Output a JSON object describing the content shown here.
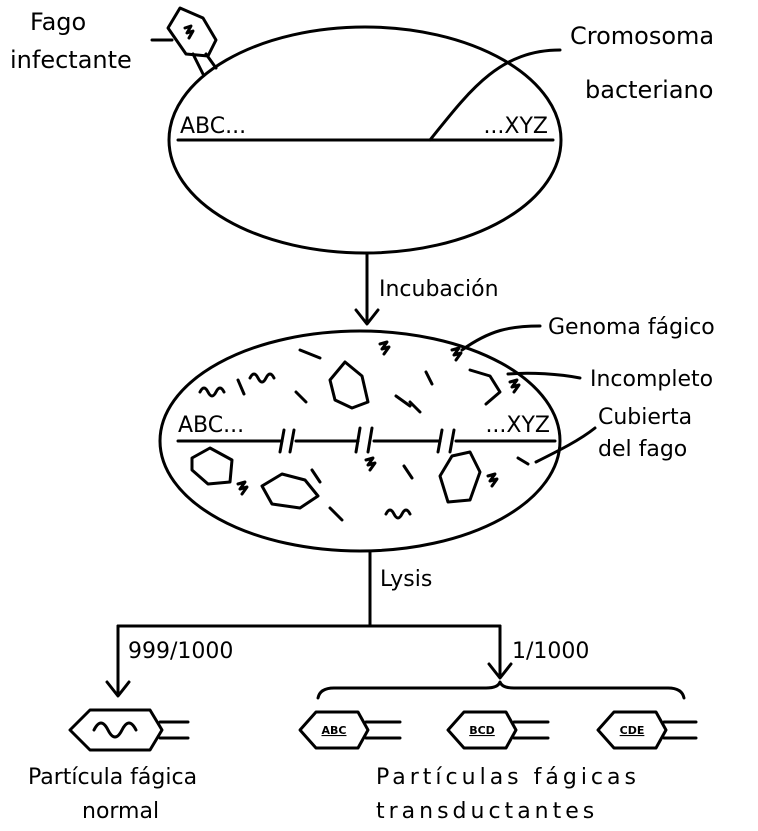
{
  "top_cell": {
    "phage_label_line1": "Fago",
    "phage_label_line2": "infectante",
    "chromosome_label_line1": "Cromosoma",
    "chromosome_label_line2": "bacteriano",
    "left_genes": "ABC...",
    "right_genes": "...XYZ"
  },
  "step1": {
    "label": "Incubación"
  },
  "middle_cell": {
    "left_genes": "ABC...",
    "right_genes": "...XYZ",
    "genome_label": "Genoma fágico",
    "incomplete_label": "Incompleto",
    "coat_label_line1": "Cubierta",
    "coat_label_line2": "del fago"
  },
  "step2": {
    "label": "Lysis"
  },
  "branches": {
    "left_ratio": "999/1000",
    "right_ratio": "1/1000"
  },
  "outputs": {
    "normal_label_line1": "Partícula fágica",
    "normal_label_line2": "normal",
    "transducing_label_line1": "Partículas fágicas",
    "transducing_label_line2": "transductantes",
    "particle_genes": [
      "ABC",
      "BCD",
      "CDE"
    ]
  }
}
